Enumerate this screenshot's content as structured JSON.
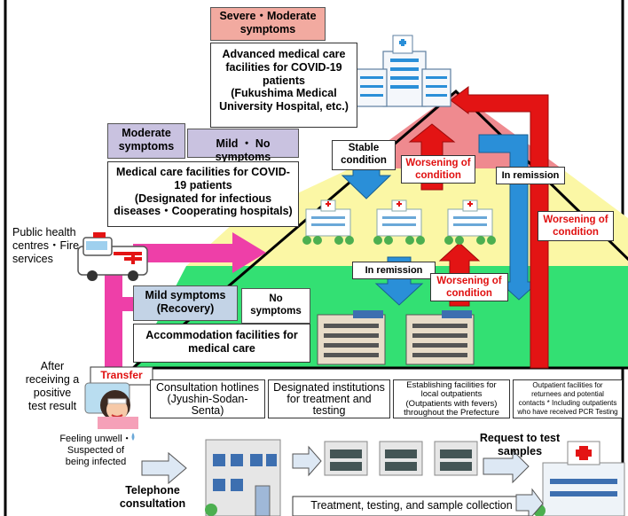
{
  "tiers": {
    "severe_header": "Severe・Moderate\nsymptoms",
    "severe_facility": "Advanced medical care\nfacilities for COVID-19\npatients\n(Fukushima Medical\nUniversity Hospital, etc.)",
    "moderate_header": "Moderate\nsymptoms",
    "mild_no_header": "Mild ・ No symptoms",
    "moderate_facility": "Medical care facilities for COVID-\n19 patients\n(Designated for infectious\ndiseases・Cooperating hospitals)",
    "mild_header": "Mild symptoms\n(Recovery)",
    "no_symptoms_header": "No\nsymptoms",
    "accommodation": "Accommodation facilities for\nmedical care"
  },
  "arrows": {
    "stable_condition": "Stable\ncondition",
    "worsening_1": "Worsening of\ncondition",
    "in_remission_1": "In remission",
    "worsening_2": "Worsening of\ncondition",
    "in_remission_2": "In remission",
    "worsening_3": "Worsening of\ncondition",
    "transfer": "Transfer"
  },
  "entry": {
    "public_health": "Public health\ncentres・Fire\nservices",
    "after_positive": "After\nreceiving a\npositive\ntest result",
    "feeling_unwell": "Feeling unwell・\nSuspected of\nbeing infected",
    "telephone": "Telephone\nconsultation",
    "request_samples": "Request to test\nsamples",
    "treatment_bar": "Treatment, testing, and sample collection"
  },
  "consultation": {
    "hotlines": "Consultation hotlines\n(Jyushin-Sodan-\nSenta)",
    "designated": "Designated institutions\nfor treatment and\ntesting",
    "local_outpatients": "Establishing facilities for\nlocal outpatients\n(Outpatients with fevers)\nthroughout the Prefecture",
    "returnees": "Outpatient facilities for\nreturnees and potential\ncontacts * Including outpatients\nwho have received PCR Testing"
  },
  "colors": {
    "top_fill": "#ef8a8f",
    "mid_fill": "#fbf7a5",
    "bottom_fill": "#33e073",
    "severe_header_bg": "#f2aaa0",
    "moderate_header_bg": "#c9c2e0",
    "mild_header_bg": "#c3d3e6",
    "blue_arrow": "#2a8fd8",
    "red_arrow": "#e31414",
    "magenta": "#ee3fa8",
    "transfer_red": "#e01010"
  },
  "icons": [
    "hospital-icon",
    "ambulance-icon",
    "hotel-icon",
    "office-building-icon",
    "sick-person-icon"
  ]
}
